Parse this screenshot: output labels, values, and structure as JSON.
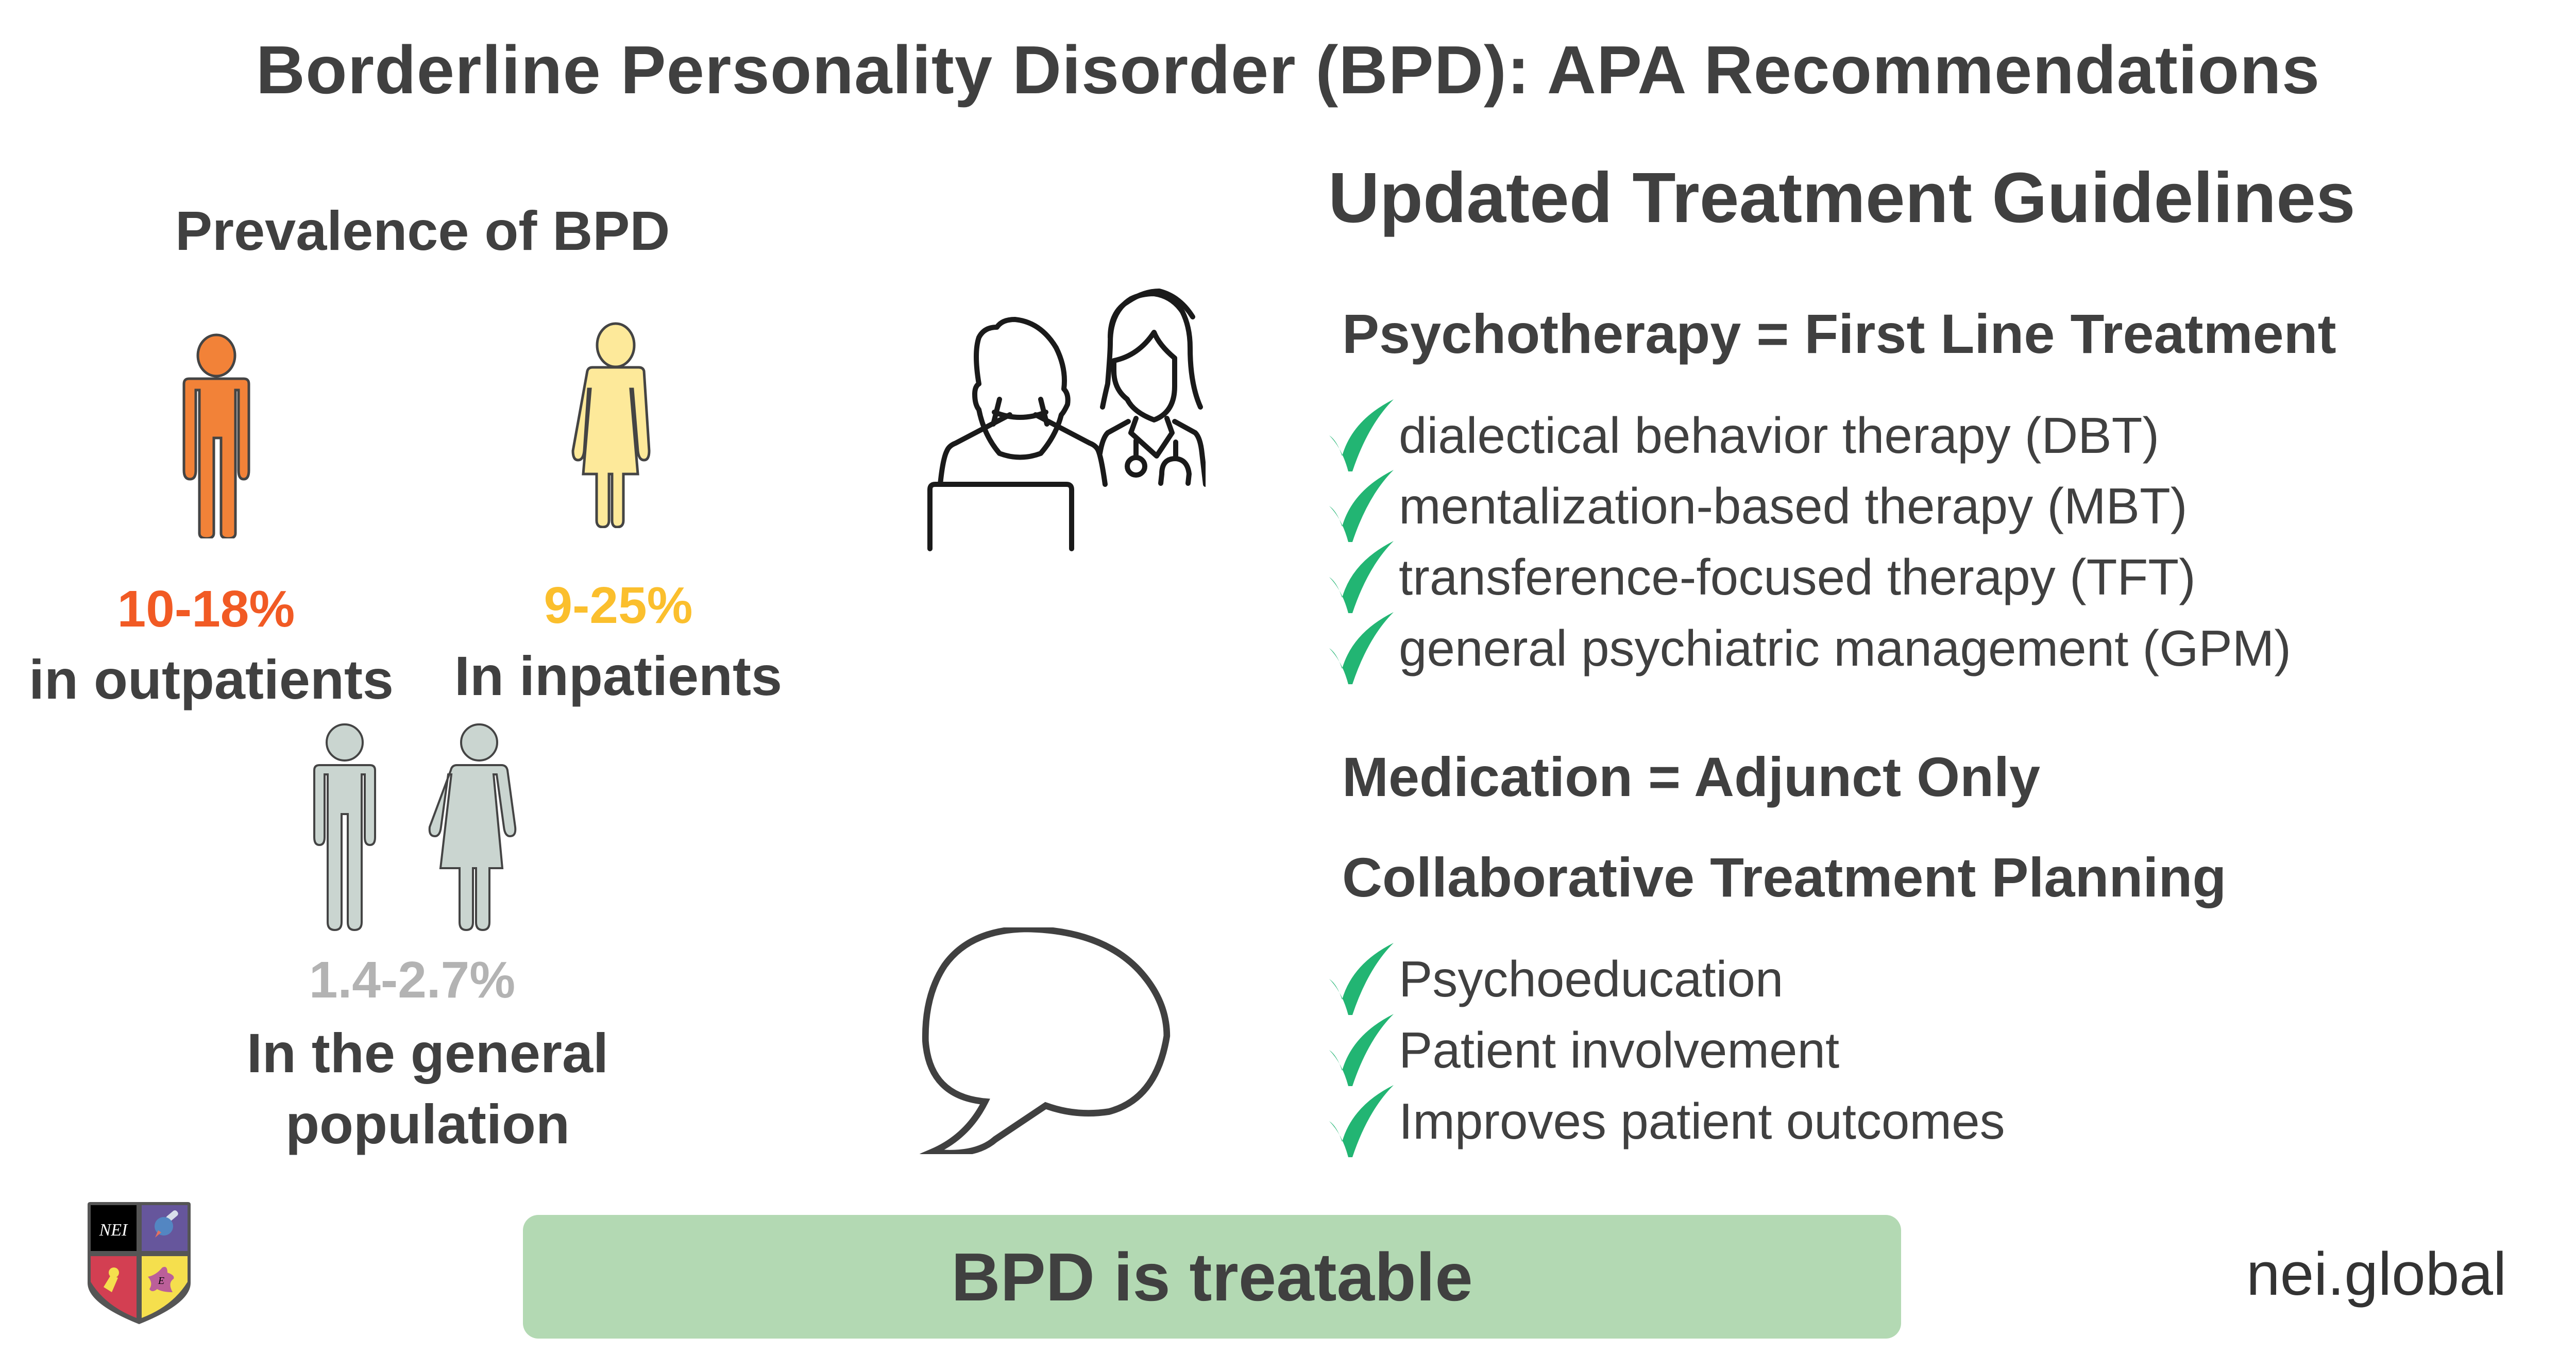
{
  "header": {
    "title": "Borderline Personality Disorder (BPD): APA Recommendations"
  },
  "prevalence": {
    "heading": "Prevalence of BPD",
    "stats": [
      {
        "value": "10-18%",
        "label": "in outpatients",
        "color": "#f15a24",
        "figure": "man-figure-icon",
        "figure_color": "#f28238"
      },
      {
        "value": "9-25%",
        "label": "In inpatients",
        "color": "#fbbf2d",
        "figure": "woman-figure-icon",
        "figure_color": "#fde99a"
      },
      {
        "value": "1.4-2.7%",
        "label_line1": "In the general",
        "label_line2": "population",
        "color": "#b3b3b3",
        "figure_color": "#cad5d0"
      }
    ]
  },
  "icons": {
    "doctor_patient": "doctor-patient-icon",
    "speech_bubble": "speech-bubble-icon",
    "check": "checkmark-icon",
    "logo": "nei-shield-logo"
  },
  "guidelines": {
    "heading": "Updated Treatment Guidelines",
    "psychotherapy": {
      "heading": "Psychotherapy = First Line Treatment",
      "items": [
        "dialectical behavior therapy (DBT)",
        "mentalization-based therapy (MBT)",
        "transference-focused therapy (TFT)",
        "general psychiatric management (GPM)"
      ]
    },
    "medication": {
      "heading": "Medication = Adjunct Only"
    },
    "collaborative": {
      "heading": "Collaborative Treatment Planning",
      "items": [
        "Psychoeducation",
        "Patient involvement",
        "Improves patient outcomes"
      ]
    }
  },
  "footer": {
    "banner": "BPD is treatable",
    "banner_color": "#b3d9b3",
    "logo_text": "NEI",
    "website": "nei.global"
  },
  "colors": {
    "text": "#404040",
    "check_green": "#22b573",
    "outpatient_orange": "#f15a24",
    "inpatient_yellow": "#fbbf2d",
    "general_grey": "#b3b3b3"
  }
}
